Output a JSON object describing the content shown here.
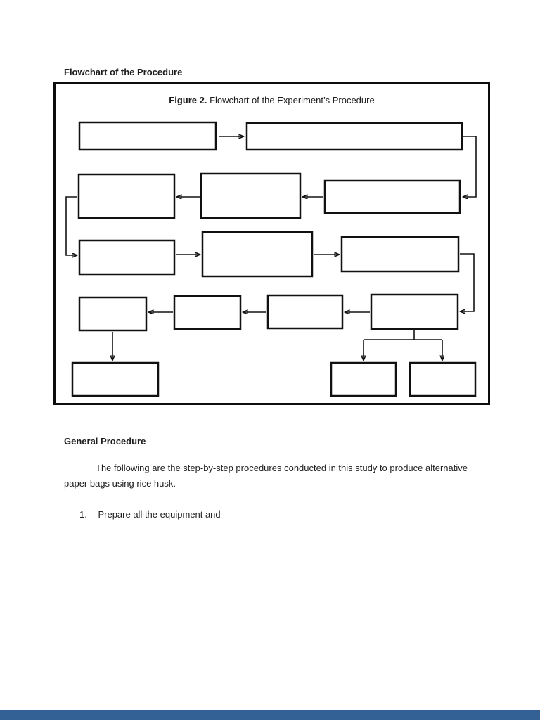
{
  "document": {
    "heading": "Flowchart of the Procedure",
    "figure": {
      "label": "Figure 2.",
      "caption": " Flowchart of the Experiment’s Procedure"
    },
    "section": {
      "heading": "General Procedure",
      "paragraph_line_1": "The following are the step-by-step procedures conducted in this study to produce alternative",
      "paragraph_line_2": "paper bags using rice husk.",
      "list": [
        {
          "number": "1.",
          "text": "Prepare all the equipment and"
        }
      ]
    }
  },
  "flowchart": {
    "box_count": 15,
    "boxes_are_empty": true
  },
  "colors": {
    "ink": "#1d1d1d",
    "box_border": "#111111",
    "frame_border": "#0d0d0d",
    "footer_bar": "#336195",
    "page_background": "#ffffff"
  }
}
